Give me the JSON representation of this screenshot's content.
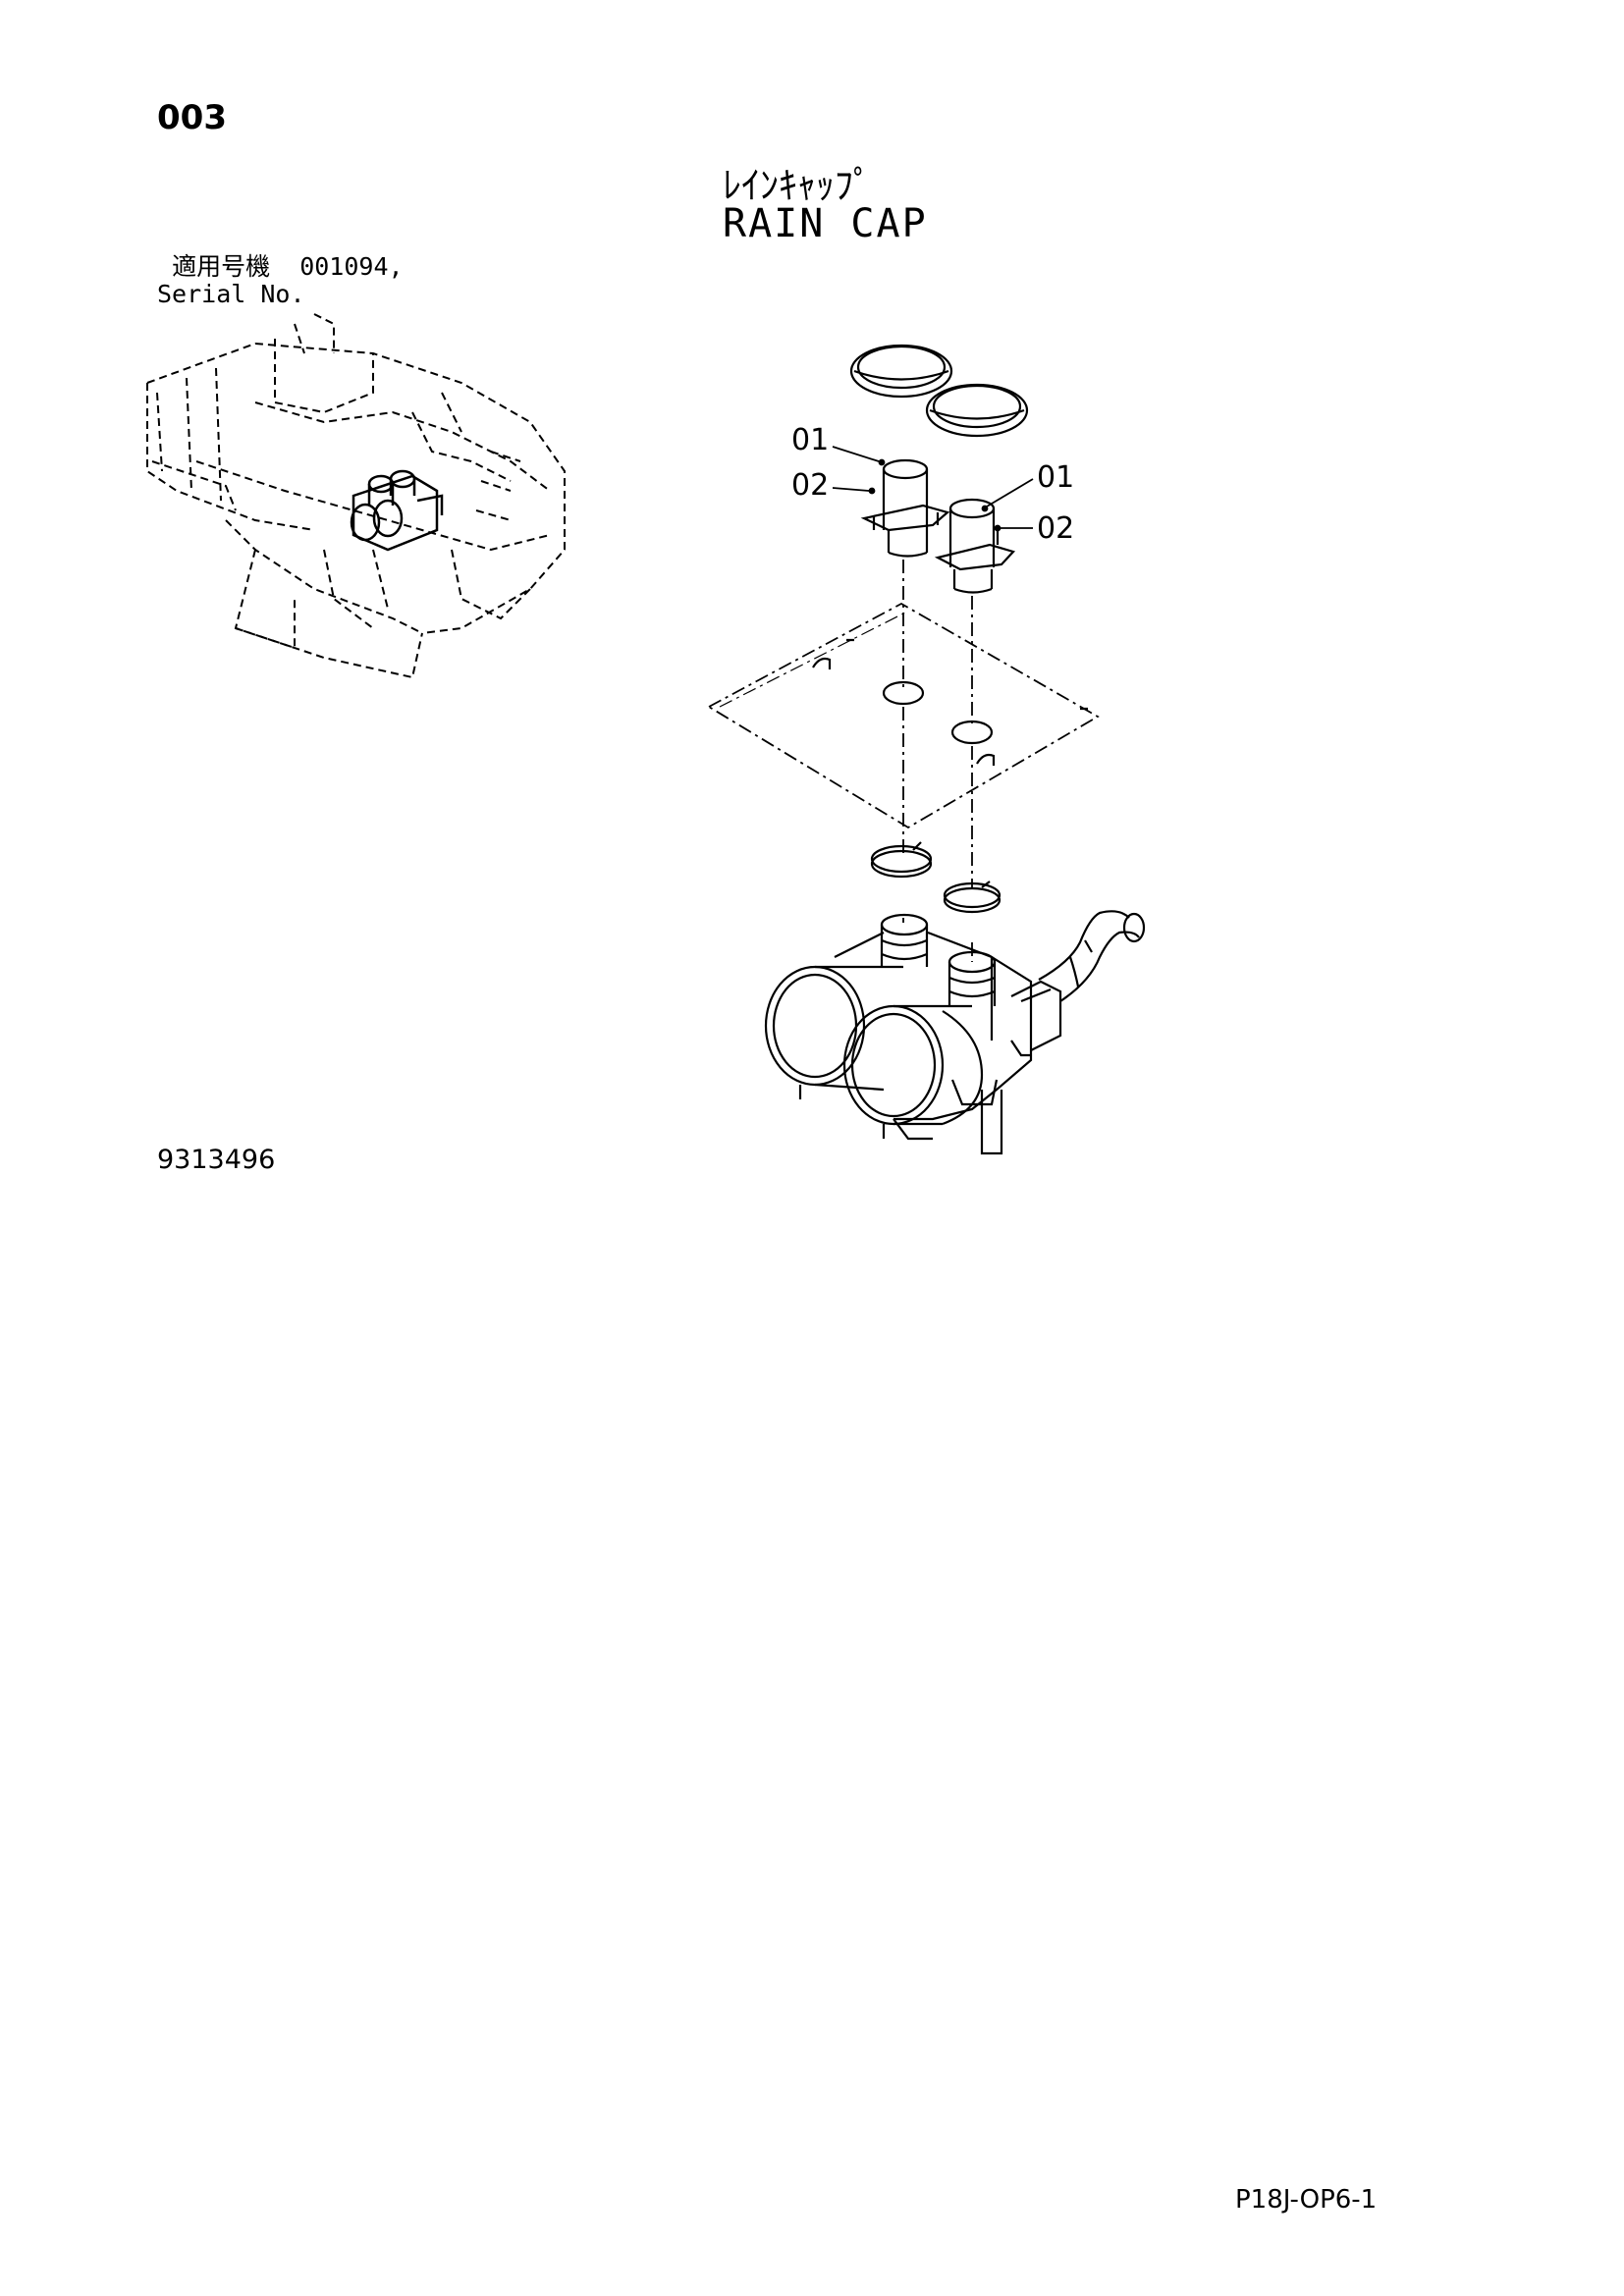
{
  "header": {
    "page_number": "003",
    "title_jp": "ﾚｲﾝｷｬｯﾌﾟ",
    "title_en": "RAIN CAP"
  },
  "serial": {
    "label_jp": "適用号機",
    "value": "001094,",
    "label_en": "Serial No."
  },
  "callouts": {
    "left_01": "01",
    "left_02": "02",
    "right_01": "01",
    "right_02": "02"
  },
  "footer": {
    "drawing_code": "9313496",
    "sheet_code": "P18J-OP6-1"
  }
}
